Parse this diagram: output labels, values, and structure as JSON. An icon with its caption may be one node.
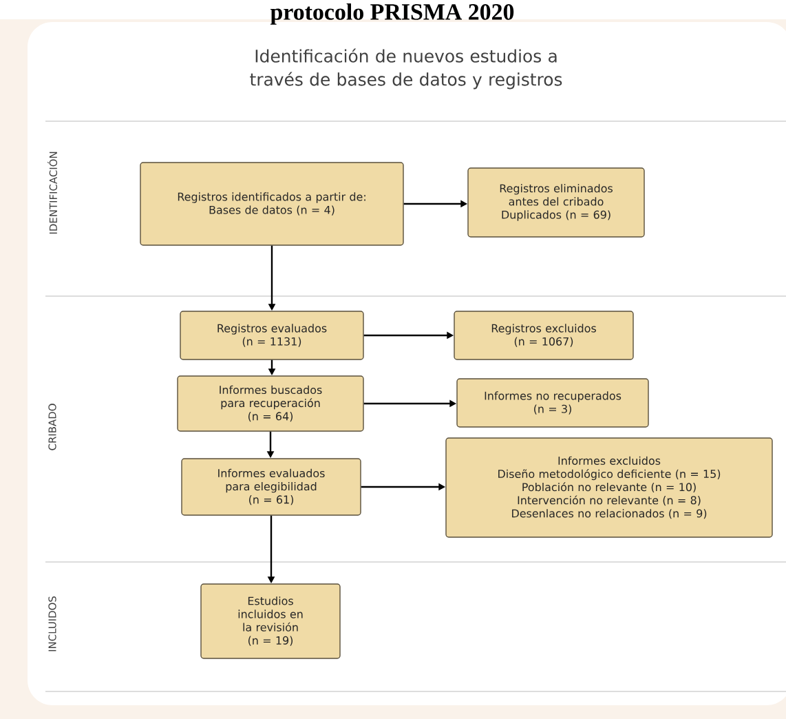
{
  "diagram": {
    "title": "Identificación de nuevos estudios a través de bases de datos y registros",
    "nodes": [
      {
        "text": [
          "Registros identificados a partir de:",
          "Bases de datos (n = 4)"
        ]
      },
      {
        "text": [
          "Registros eliminados antes del cribado",
          "Duplicados (n = 69)"
        ]
      },
      {
        "text": [
          "Registros evaluados",
          "(n = 1131)"
        ]
      },
      {
        "text": [
          "Registros excluidos",
          "(n = 1067)"
        ]
      },
      {
        "text": [
          "Informes buscados para recuperación",
          "(n = 64)"
        ]
      },
      {
        "text": [
          "Informes no recuperados",
          "(n = 3)"
        ]
      },
      {
        "text": [
          "Informes evaluados para elegibilidad",
          "(n = 61)"
        ]
      },
      {
        "text": [
          "Informes excluidos",
          "Diseño metodológico deficiente (n = 15)",
          "Población no relevante (n = 10)",
          "Intervención no relevante (n = 8)",
          "Desenlaces no relacionados (n = 9)"
        ]
      },
      {
        "text": [
          "Estudios incluidos en la revisión",
          "(n = 19)"
        ]
      }
    ],
    "edges": [
      {
        "from": 0,
        "to": 1,
        "arrow": "to"
      },
      {
        "from": 0,
        "to": 2,
        "arrow": "to"
      },
      {
        "from": 2,
        "to": 3,
        "arrow": "to"
      },
      {
        "from": 2,
        "to": 4,
        "arrow": "to"
      },
      {
        "from": 4,
        "to": 5,
        "arrow": "to"
      },
      {
        "from": 4,
        "to": 6,
        "arrow": "to"
      },
      {
        "from": 6,
        "to": 7,
        "arrow": "to"
      },
      {
        "from": 6,
        "to": 8,
        "arrow": "to"
      }
    ],
    "labels": [
      "protocolo PRISMA 2020",
      "IDENTIFICACIÓN",
      "CRIBADO",
      "INCLUIDOS"
    ]
  }
}
